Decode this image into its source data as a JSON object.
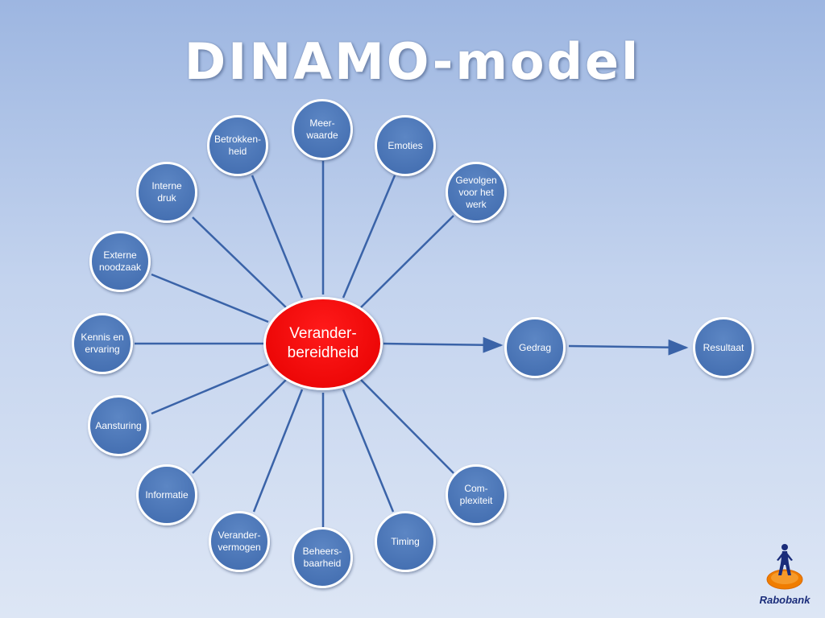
{
  "title": "DINAMO-model",
  "center": {
    "label": "Verander-\nbereidheid"
  },
  "spokes": [
    {
      "id": "meerwaarde",
      "label": "Meer-\nwaarde"
    },
    {
      "id": "emoties",
      "label": "Emoties"
    },
    {
      "id": "gevolgen",
      "label": "Gevolgen\nvoor het\nwerk"
    },
    {
      "id": "betrokkenheid",
      "label": "Betrokken-\nheid"
    },
    {
      "id": "interne-druk",
      "label": "Interne\ndruk"
    },
    {
      "id": "externe-noodzaak",
      "label": "Externe\nnoodzaak"
    },
    {
      "id": "kennis",
      "label": "Kennis en\nervaring"
    },
    {
      "id": "aansturing",
      "label": "Aansturing"
    },
    {
      "id": "informatie",
      "label": "Informatie"
    },
    {
      "id": "verandervermogen",
      "label": "Verander-\nvermogen"
    },
    {
      "id": "beheersbaarheid",
      "label": "Beheers-\nbaarheid"
    },
    {
      "id": "timing",
      "label": "Timing"
    },
    {
      "id": "complexiteit",
      "label": "Com-\nplexiteit"
    }
  ],
  "outcomes": [
    {
      "id": "gedrag",
      "label": "Gedrag"
    },
    {
      "id": "resultaat",
      "label": "Resultaat"
    }
  ],
  "logo": {
    "text": "Rabobank"
  },
  "colors": {
    "node": "#4a74b6",
    "center": "#e60000",
    "line": "#3a63a8",
    "text_logo": "#1a2c7a"
  }
}
